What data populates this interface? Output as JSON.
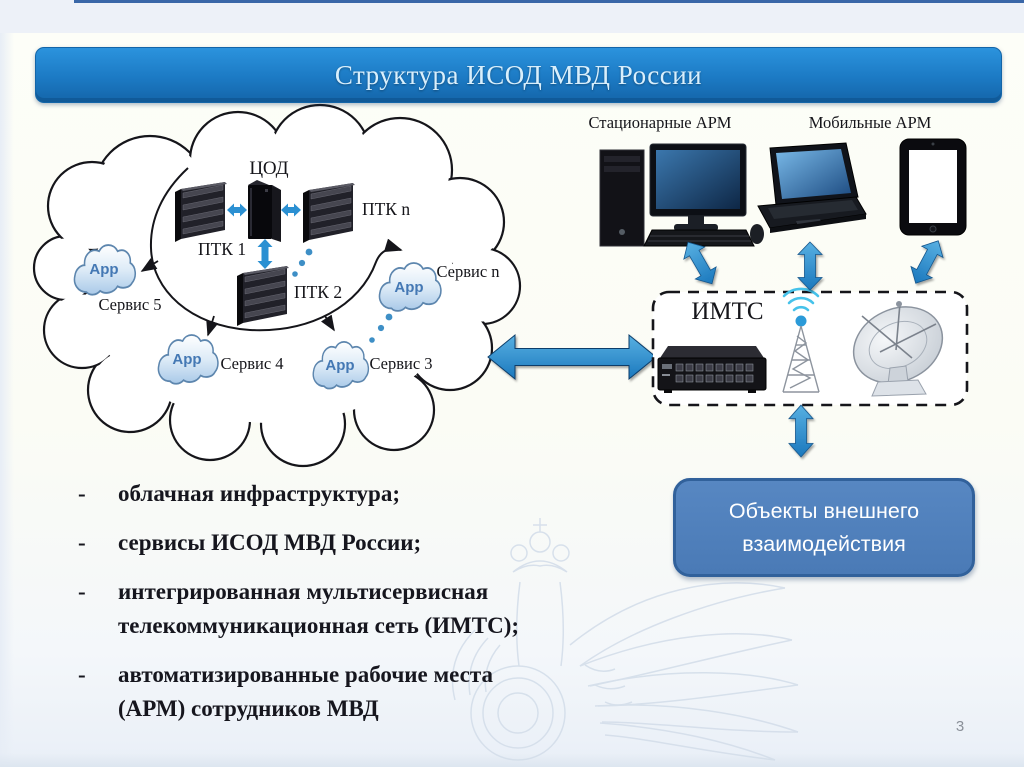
{
  "slide": {
    "title": "Структура ИСОД МВД России",
    "page_number": "3"
  },
  "cloud": {
    "dc_label": "ЦОД",
    "ptk1_label": "ПТК 1",
    "ptk2_label": "ПТК 2",
    "ptkn_label": "ПТК n",
    "app_label": "App",
    "service5_label": "Сервис 5",
    "service4_label": "Сервис 4",
    "service3_label": "Сервис 3",
    "servicen_label": "Сервис n"
  },
  "workstations": {
    "stationary_label": "Стационарные АРМ",
    "mobile_label": "Мобильные АРМ"
  },
  "imts": {
    "label": "ИМТС"
  },
  "external_objects": {
    "label": "Объекты внешнего взаимодействия"
  },
  "bullet_list": {
    "marker": "-",
    "items": [
      "облачная инфраструктура;",
      "сервисы ИСОД МВД России;",
      "интегрированная мультисервисная телекоммуникационная сеть (ИМТС);",
      "автоматизированные рабочие места (АРМ) сотрудников МВД"
    ]
  },
  "icons": {
    "cloud_outline": "cloud-outline",
    "app_cloud": "app-cloud-icon",
    "datacenter": "datacenter-tower-icon",
    "server_rack": "server-rack-icon",
    "desktop": "desktop-computer-icon",
    "laptop": "laptop-icon",
    "tablet": "tablet-icon",
    "switch": "network-switch-icon",
    "antenna": "radio-tower-icon",
    "satellite": "satellite-dish-icon",
    "double_arrow": "double-arrow-icon",
    "watermark": "mvd-eagle-emblem"
  },
  "colors": {
    "banner_blue": "#1c7ac4",
    "arrow_blue": "#2a8fd0",
    "button_blue": "#4f81bd",
    "button_border": "#31619b",
    "app_text_blue": "#4478b4",
    "wifi_cyan": "#46c2ea",
    "watermark_blue": "#d4deea"
  }
}
